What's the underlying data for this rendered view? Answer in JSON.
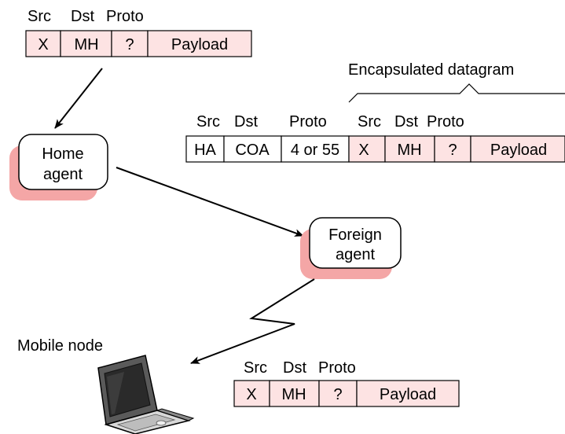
{
  "colors": {
    "payload_fill": "#fde3e3",
    "outer_header_fill": "#ffffff",
    "agent_shadow": "#f4a6a6",
    "stroke": "#000000"
  },
  "packets": {
    "original": {
      "headers": [
        "Src",
        "Dst",
        "Proto"
      ],
      "cells": [
        "X",
        "MH",
        "?",
        "Payload"
      ]
    },
    "encapsulated": {
      "label": "Encapsulated datagram",
      "outer_headers": [
        "Src",
        "Dst",
        "Proto"
      ],
      "outer_cells": [
        "HA",
        "COA",
        "4 or 55"
      ],
      "inner_headers": [
        "Src",
        "Dst",
        "Proto"
      ],
      "inner_cells": [
        "X",
        "MH",
        "?",
        "Payload"
      ]
    },
    "delivered": {
      "headers": [
        "Src",
        "Dst",
        "Proto"
      ],
      "cells": [
        "X",
        "MH",
        "?",
        "Payload"
      ]
    }
  },
  "nodes": {
    "home_agent": [
      "Home",
      "agent"
    ],
    "foreign_agent": [
      "Foreign",
      "agent"
    ],
    "mobile_node": "Mobile node"
  },
  "icons": {
    "laptop": "laptop-icon",
    "wireless_link": "lightning-zigzag-icon"
  }
}
